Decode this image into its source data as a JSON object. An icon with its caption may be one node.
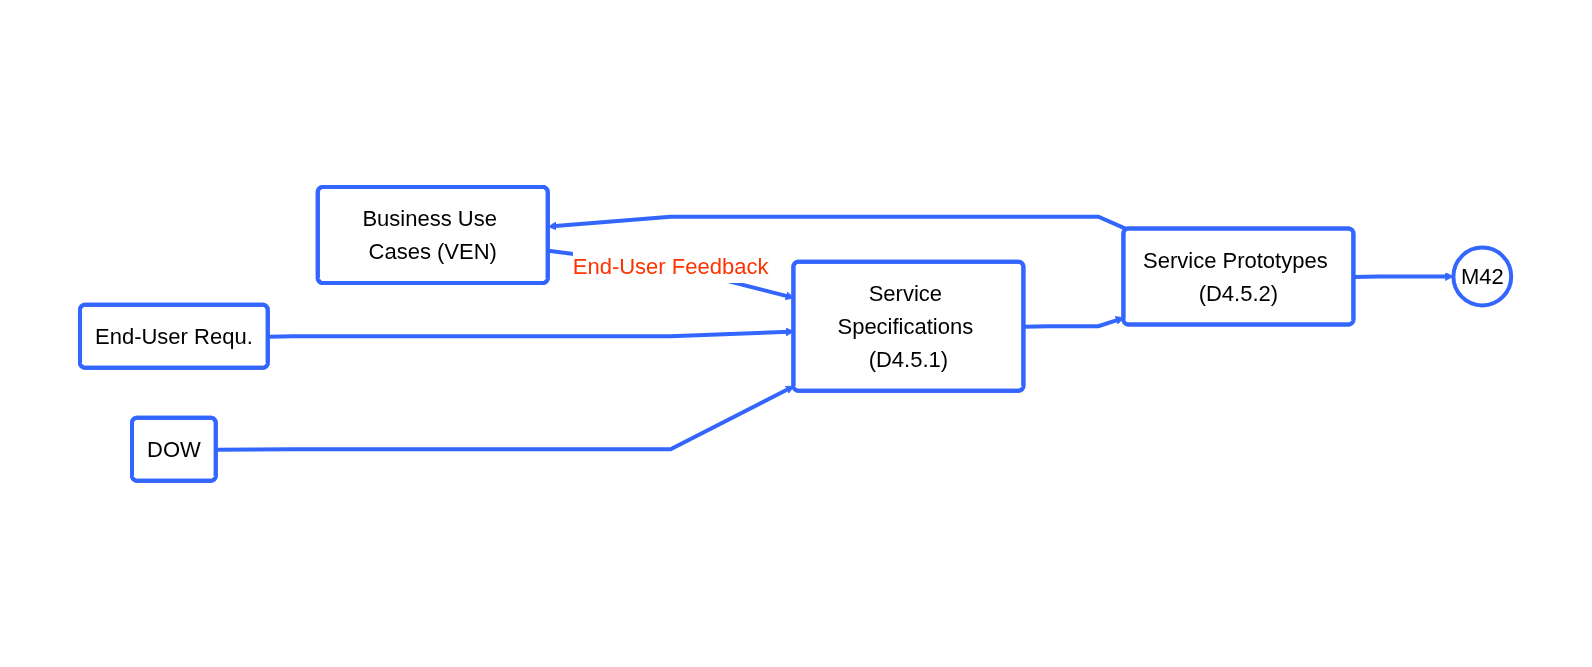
{
  "diagram": {
    "nodes": [
      {
        "text": [
          "Business Use Cases (VEN)"
        ]
      },
      {
        "text": [
          "DOW"
        ]
      },
      {
        "text": [
          "End-User Requ."
        ]
      },
      {
        "text": [
          "Service Specifications (D4.5.1)"
        ]
      },
      {
        "text": [
          "Service Prototypes (D4.5.2)"
        ]
      },
      {
        "text": [
          "M42"
        ]
      }
    ],
    "edges": [
      {
        "from": 0,
        "to": 3,
        "arrow": "to",
        "label": "End-User Feedback"
      },
      {
        "from": 4,
        "to": 0,
        "arrow": "to"
      },
      {
        "from": 1,
        "to": 3,
        "arrow": "to"
      },
      {
        "from": 2,
        "to": 3,
        "arrow": "to"
      },
      {
        "from": 3,
        "to": 4,
        "arrow": "to"
      },
      {
        "from": 4,
        "to": 5,
        "arrow": "to"
      }
    ]
  }
}
